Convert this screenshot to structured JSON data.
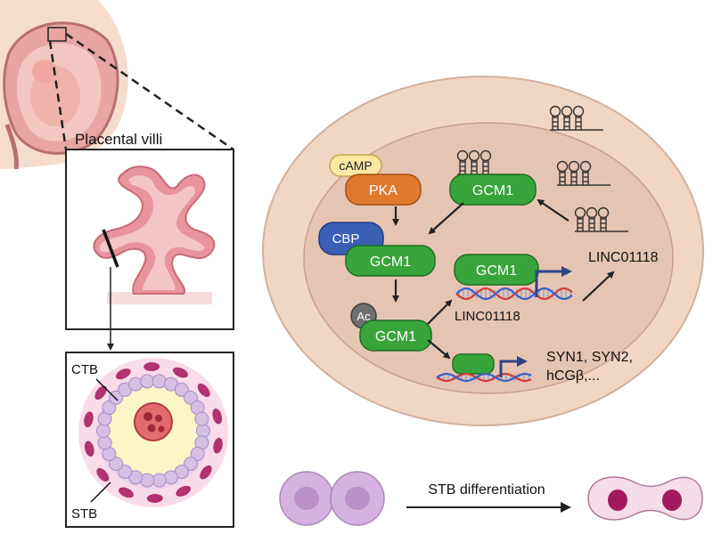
{
  "labels": {
    "placental_villi": "Placental villi",
    "ctb": "CTB",
    "stb": "STB",
    "camp": "cAMP",
    "pka": "PKA",
    "cbp": "CBP",
    "ac": "Ac",
    "gcm1": "GCM1",
    "linc_gene": "LINC01118",
    "linc_rna": "LINC01118",
    "targets_line1": "SYN1, SYN2,",
    "targets_line2": "hCGβ,...",
    "stb_differentiation": "STB differentiation"
  },
  "colors": {
    "cell_outer": "#f1d6c4",
    "nucleus": "#e6c4b2",
    "gcm1": "#37a53b",
    "pka": "#e0782e",
    "camp": "#fbe9a4",
    "cbp": "#3a5fb5",
    "ac": "#6f6f6f",
    "promoter_arrow": "#2f4488",
    "villus": "#e99aa3",
    "stb_nuclei": "#b0326e",
    "ctb_cells": "#d7c2e4"
  }
}
